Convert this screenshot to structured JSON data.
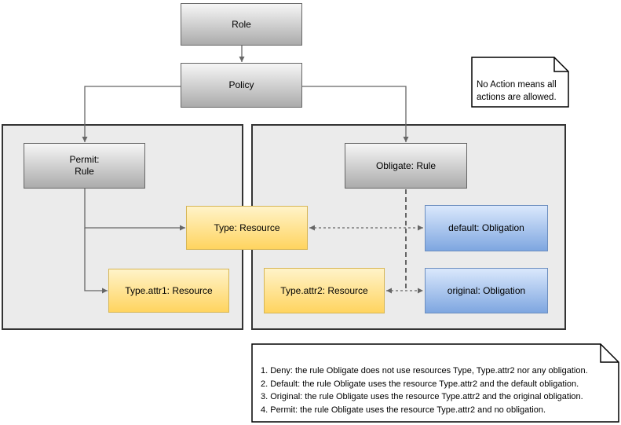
{
  "diagram": {
    "nodes": {
      "role": {
        "label": "Role",
        "kind": "rule-gray"
      },
      "policy": {
        "label": "Policy",
        "kind": "rule-gray"
      },
      "permit_rule": {
        "label": "Permit:\nRule",
        "kind": "rule-gray"
      },
      "obligate_rule": {
        "label": "Obligate: Rule",
        "kind": "rule-gray"
      },
      "type_resource": {
        "label": "Type: Resource",
        "kind": "resource-yellow"
      },
      "type_attr1": {
        "label": "Type.attr1: Resource",
        "kind": "resource-yellow"
      },
      "type_attr2": {
        "label": "Type.attr2: Resource",
        "kind": "resource-yellow"
      },
      "default_obligation": {
        "label": "default: Obligation",
        "kind": "obligation-blue"
      },
      "original_obligation": {
        "label": "original: Obligation",
        "kind": "obligation-blue"
      }
    },
    "notes": {
      "action_note": {
        "text": "No Action means all actions are allowed."
      },
      "legend_note": {
        "lines": [
          "1. Deny: the rule Obligate does not use resources Type, Type.attr2 nor any obligation.",
          "2. Default: the rule Obligate uses the resource Type.attr2 and the default obligation.",
          "3. Original: the rule Obligate uses the resource Type.attr2 and the original obligation.",
          "4. Permit: the rule Obligate uses the resource Type.attr2 and no obligation."
        ]
      }
    },
    "colors": {
      "gray_fill_top": "#f6f6f6",
      "gray_fill_bottom": "#ababab",
      "gray_stroke": "#666666",
      "yellow_fill_top": "#fff3c9",
      "yellow_fill_bottom": "#ffd45f",
      "yellow_stroke": "#d6b656",
      "blue_fill_top": "#dae8fc",
      "blue_fill_bottom": "#7ea6e0",
      "blue_stroke": "#6c8ebf",
      "panel_fill": "#ebebeb",
      "panel_stroke": "#333333",
      "connector": "#666666",
      "note_fill": "#ffffff",
      "note_stroke": "#000000"
    }
  }
}
